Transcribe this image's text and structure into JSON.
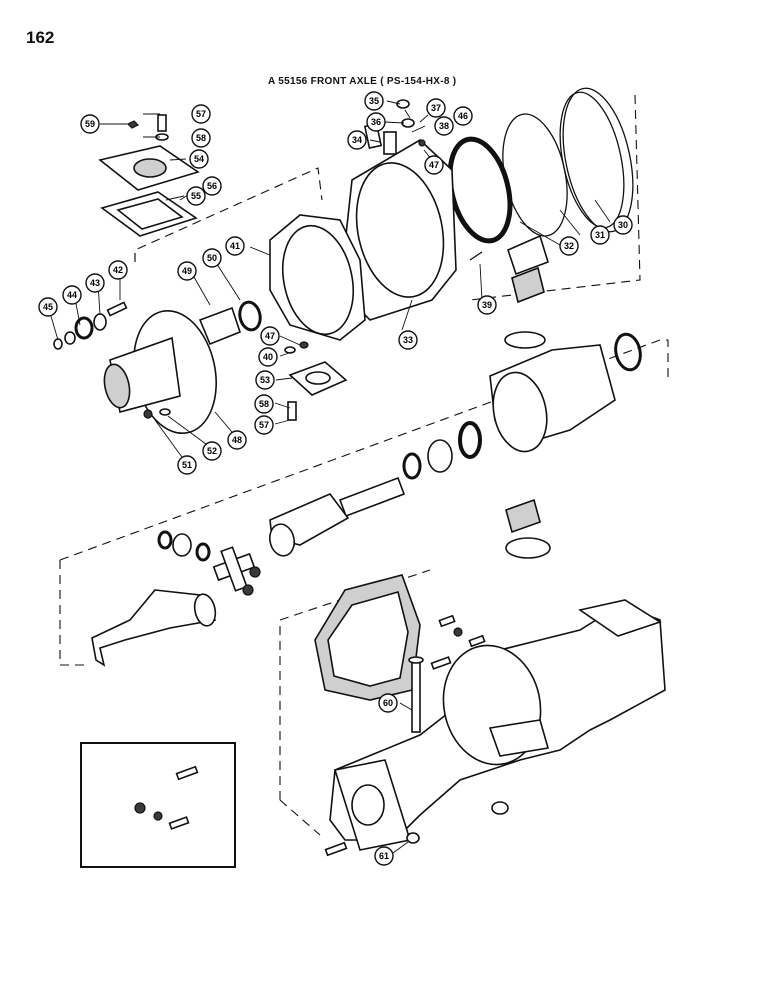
{
  "page": {
    "number": "162",
    "title": "A 55156 FRONT AXLE ( PS-154-HX-8 )"
  },
  "callouts": [
    "59",
    "57",
    "58",
    "54",
    "55",
    "56",
    "35",
    "36",
    "37",
    "46",
    "38",
    "34",
    "47",
    "30",
    "31",
    "32",
    "41",
    "39",
    "33",
    "49",
    "50",
    "42",
    "43",
    "44",
    "45",
    "47",
    "40",
    "53",
    "48",
    "58",
    "57",
    "52",
    "51",
    "60",
    "61"
  ]
}
